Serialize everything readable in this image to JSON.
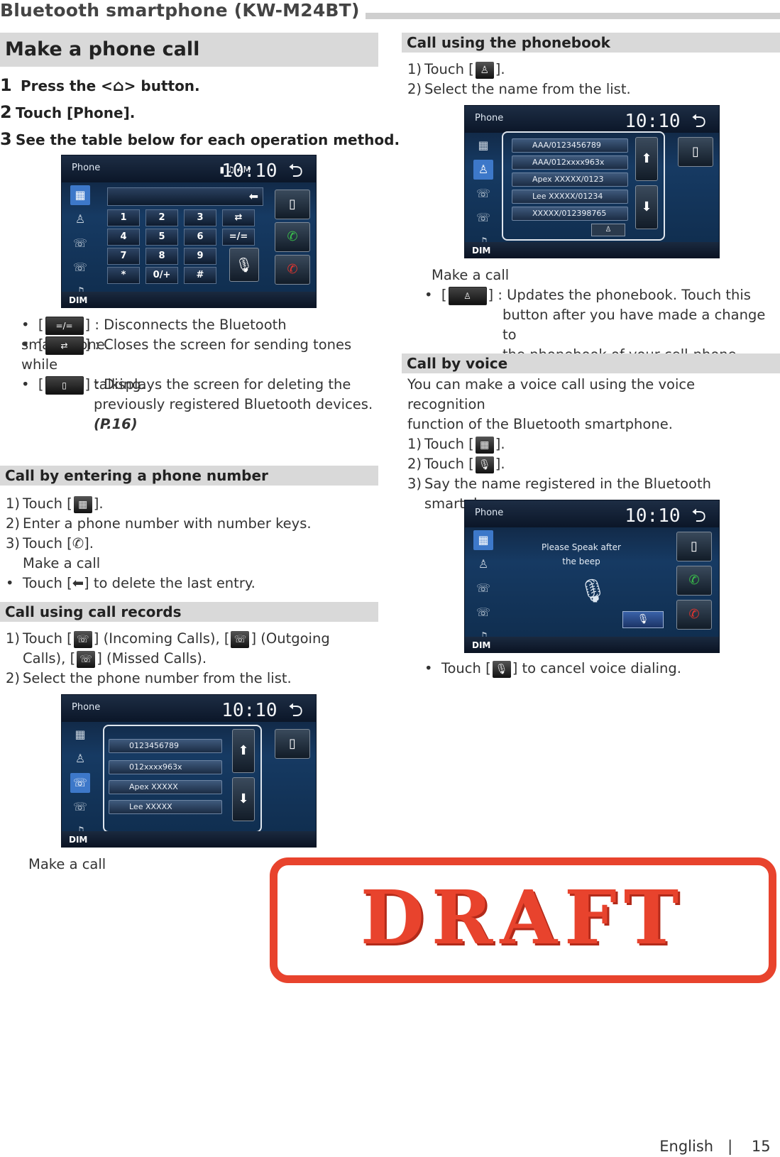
{
  "header": {
    "title": "Bluetooth smartphone (KW-M24BT)"
  },
  "left": {
    "section_title": "Make a phone call",
    "steps": [
      {
        "n": "1",
        "pre": "Press the <",
        "post": "> button."
      },
      {
        "n": "2",
        "text": "Touch [Phone]."
      },
      {
        "n": "3",
        "text": "See the table below for each operation method."
      }
    ],
    "bullets": [
      {
        "btn": "=/=",
        "text": "] : Disconnects the Bluetooth smartphone.",
        "cont": ""
      },
      {
        "btn": "⇄",
        "text": "] : Closes the screen for sending tones while",
        "cont": "talking."
      },
      {
        "btn": "▯",
        "text": "] : Displays the screen for deleting the",
        "cont": "previously registered Bluetooth devices.",
        "ref": "(P.16)"
      }
    ],
    "sec_number": {
      "title": "Call by entering a phone number",
      "items": [
        {
          "n": "1)",
          "pre": "Touch [",
          "post": "]."
        },
        {
          "n": "2)",
          "text": "Enter a phone number with number keys."
        },
        {
          "n": "3)",
          "pre": "Touch [",
          "post": "]."
        }
      ],
      "note": "Make a call",
      "bullet_pre": "Touch [",
      "bullet_post": "] to delete the last entry."
    },
    "sec_records": {
      "title": "Call using call records",
      "item1_a": "Touch [",
      "item1_b": "] (Incoming Calls), [",
      "item1_c": "] (Outgoing",
      "item1_d": "Calls), [",
      "item1_e": "] (Missed Calls).",
      "item2": "Select the phone number from the list.",
      "note": "Make a call"
    }
  },
  "right": {
    "sec_phonebook": {
      "title": "Call using the phonebook",
      "item1_pre": "Touch [",
      "item1_post": "].",
      "item2": "Select the name from the list.",
      "note": "Make a call",
      "bullet_text": "] : Updates the phonebook. Touch this",
      "bullet_cont1": "button after you have made a change to",
      "bullet_cont2": "the phonebook of your cell-phone."
    },
    "sec_voice": {
      "title": "Call by voice",
      "intro1": "You can make a voice call using the voice recognition",
      "intro2": "function of the Bluetooth smartphone.",
      "item1_pre": "Touch [",
      "item1_post": "].",
      "item2_pre": "Touch [",
      "item2_post": "].",
      "item3a": "Say the name registered in the Bluetooth",
      "item3b": "smartphone.",
      "bullet_pre": "Touch [",
      "bullet_post": "] to cancel voice dialing."
    }
  },
  "screen": {
    "title": "Phone",
    "clock": "10:10",
    "am": "AM",
    "dim": "DIM",
    "keys": [
      "1",
      "2",
      "3",
      "4",
      "5",
      "6",
      "7",
      "8",
      "9",
      "*",
      "0/+",
      "#"
    ],
    "records": [
      "0123456789",
      "012xxxx963x",
      "Apex XXXXX",
      "Lee XXXXX"
    ],
    "phonebook": [
      "AAA/0123456789",
      "AAA/012xxxx963x",
      "Apex XXXXX/0123",
      "Lee XXXXX/01234",
      "XXXXX/012398765"
    ],
    "voice_prompt": "Please Speak after the beep"
  },
  "stamp": {
    "text": "DRAFT"
  },
  "footer": {
    "lang": "English",
    "sep": "|",
    "page": "15"
  }
}
